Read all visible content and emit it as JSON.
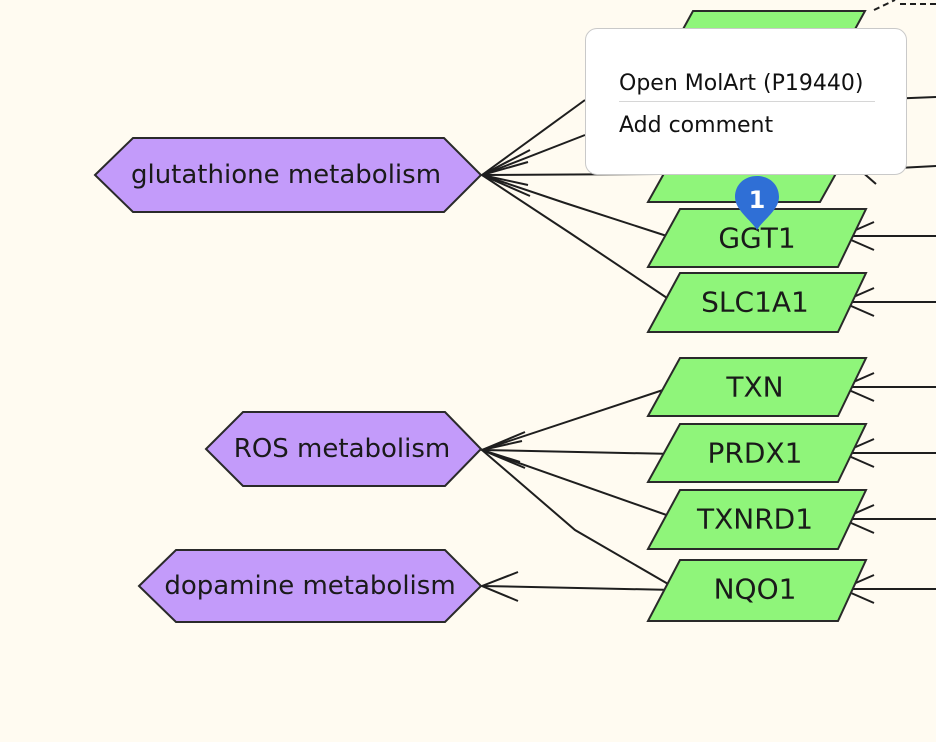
{
  "pathways": [
    {
      "id": "glutathione",
      "label": "glutathione metabolism"
    },
    {
      "id": "ros",
      "label": "ROS metabolism"
    },
    {
      "id": "dopamine",
      "label": "dopamine metabolism"
    }
  ],
  "genes": [
    {
      "id": "ggt1",
      "label": "GGT1"
    },
    {
      "id": "slc1a1",
      "label": "SLC1A1"
    },
    {
      "id": "txn",
      "label": "TXN"
    },
    {
      "id": "prdx1",
      "label": "PRDX1"
    },
    {
      "id": "txnrd1",
      "label": "TXNRD1"
    },
    {
      "id": "nqo1",
      "label": "NQO1"
    }
  ],
  "context_menu": {
    "items": [
      "Open MolArt (P19440)",
      "Add comment"
    ]
  },
  "badge": {
    "count": "1"
  },
  "colors": {
    "background": "#fffbf1",
    "pathway_fill": "#c39bfa",
    "gene_fill": "#8ff57a",
    "badge": "#2f6fd6",
    "edge": "#1e1e1e"
  }
}
